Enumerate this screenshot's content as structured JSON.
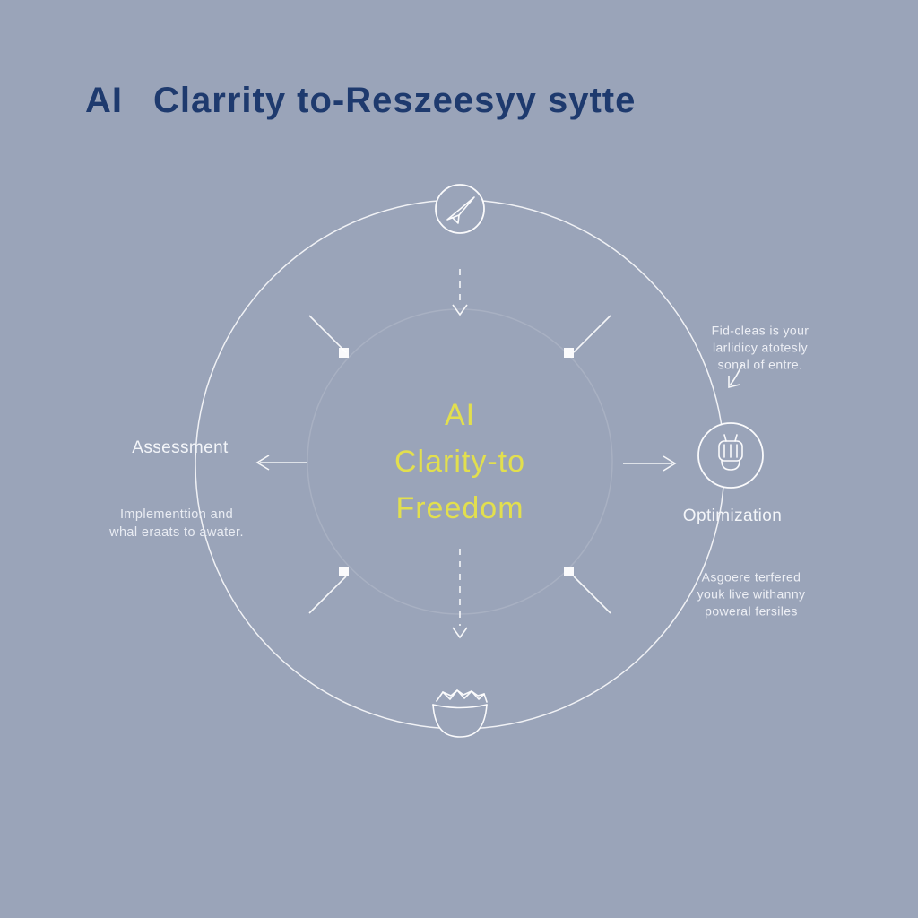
{
  "title": {
    "prefix": "AI",
    "rest": "Clarrity to-Reszeesyy sytte"
  },
  "center": {
    "line1": "AI",
    "line2": "Clarity-to",
    "line3": "Freedom"
  },
  "labels": {
    "assessment": "Assessment",
    "implementation_note": "Implementtion and\nwhal eraats to awater.",
    "optimization": "Optimization",
    "top_right_note": "Fid-cleas is your\nlarlidicy atotesly\nsonal of entre.",
    "bottom_right_note": "Asgoere terfered\nyouk live withanny\npoweral fersiles"
  },
  "icons": {
    "top": "paper-plane-icon",
    "right": "robot-icon",
    "bottom": "bowl-icon"
  },
  "colors": {
    "background": "#9AA4B9",
    "title_text": "#1E3A6E",
    "center_text": "#E2DF4E",
    "line": "#FFFFFF",
    "label_text": "#F3F5F9"
  }
}
